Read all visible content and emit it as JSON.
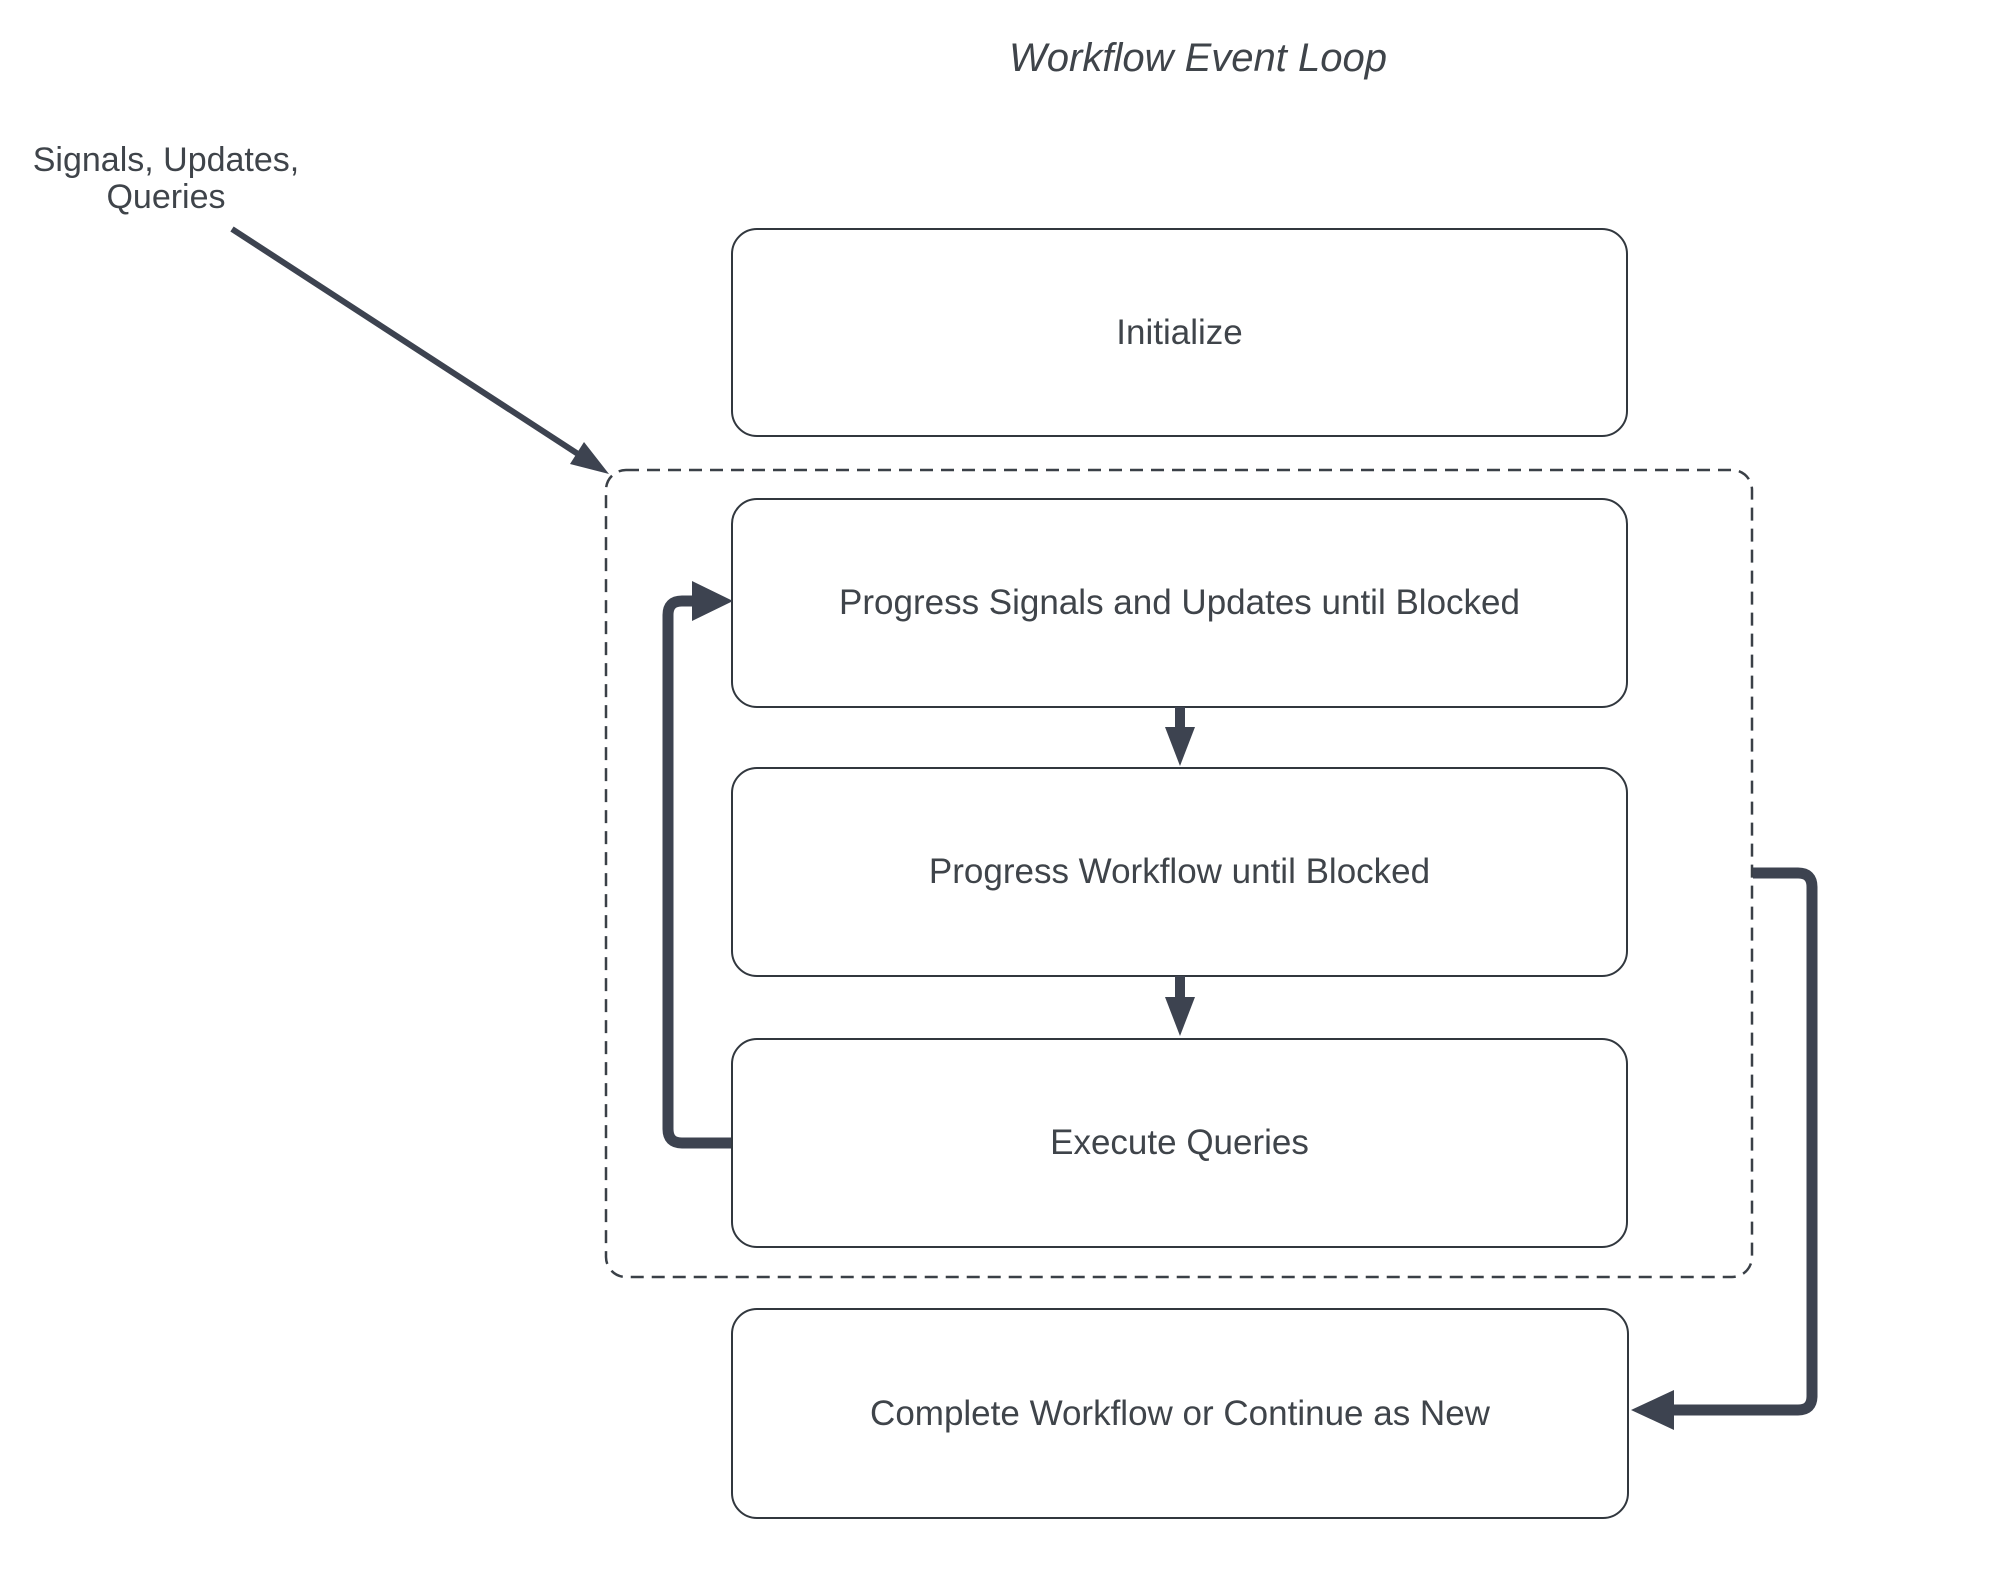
{
  "diagram": {
    "title": "Workflow Event Loop",
    "external_label": {
      "line1": "Signals, Updates,",
      "line2": "Queries"
    },
    "nodes": {
      "initialize": {
        "label": "Initialize"
      },
      "progress_signals": {
        "label": "Progress Signals and Updates until Blocked"
      },
      "progress_workflow": {
        "label": "Progress Workflow until Blocked"
      },
      "execute_queries": {
        "label": "Execute Queries"
      },
      "complete_workflow": {
        "label": "Complete Workflow or Continue as New"
      }
    }
  },
  "colors": {
    "arrow": "#3d4350",
    "box_border": "#31373e",
    "dashed_border": "#3a4047",
    "text": "#3f444a",
    "background": "#ffffff"
  }
}
